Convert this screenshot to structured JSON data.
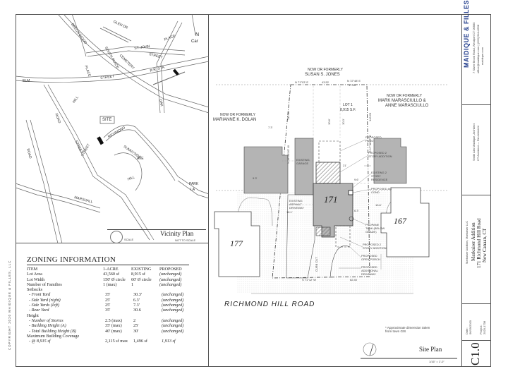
{
  "copyright": "COPYRIGHT 2020 MAIDIQUE & FILLES, LLC",
  "vicinity": {
    "title": "Vicinity Plan",
    "scale_note": "NOT TO SCALE",
    "stamp": "SCALE",
    "site_label": "SITE",
    "north_label": "N",
    "north_sub": "Car",
    "streets": [
      {
        "text": "BEECH WOOD",
        "k": "a"
      },
      {
        "text": "GLEN DR",
        "k": "b"
      },
      {
        "text": "ST. JOHN",
        "k": "c"
      },
      {
        "text": "PLACE",
        "k": "d"
      },
      {
        "text": "SOUTH PLACE",
        "k": "e"
      },
      {
        "text": "CEMETERY",
        "k": "f"
      },
      {
        "text": "STREET",
        "k": "g"
      },
      {
        "text": "R.R. STA.",
        "k": "h"
      },
      {
        "text": "PLACE",
        "k": "i"
      },
      {
        "text": "ELM",
        "k": "j"
      },
      {
        "text": "STREET",
        "k": "k"
      },
      {
        "text": "OAK",
        "k": "l"
      },
      {
        "text": "ROAD",
        "k": "m"
      },
      {
        "text": "STREET",
        "k": "n"
      },
      {
        "text": "RICHMOND",
        "k": "o"
      },
      {
        "text": "HILL",
        "k": "p"
      },
      {
        "text": "SUNNYSIDE",
        "k": "q"
      },
      {
        "text": "AVE",
        "k": "r"
      },
      {
        "text": "MARSHALL",
        "k": "s"
      },
      {
        "text": "PARK",
        "k": "t"
      },
      {
        "text": "LA",
        "k": "u"
      },
      {
        "text": "STREET",
        "k": "v"
      },
      {
        "text": "HILL",
        "k": "w"
      },
      {
        "text": "ROAD",
        "k": "x"
      }
    ]
  },
  "zoning": {
    "title": "ZONING INFORMATION",
    "headers": [
      "ITEM",
      "1-ACRE",
      "EXISTING",
      "PROPOSED"
    ],
    "rows": [
      {
        "item": "Lot Area",
        "req": "43,560 sf",
        "exist": "8,915 sf",
        "prop": "(unchanged)",
        "style": ""
      },
      {
        "item": "Lot Width",
        "req": "150' Ø circle",
        "exist": "60' Ø circle",
        "prop": "(unchanged)",
        "style": ""
      },
      {
        "item": "Number of Families",
        "req": "1 (max)",
        "exist": "1",
        "prop": "(unchanged)",
        "style": ""
      },
      {
        "item": "Setbacks",
        "req": "",
        "exist": "",
        "prop": "",
        "style": ""
      },
      {
        "item": "- Front Yard",
        "req": "35'",
        "exist": "30.3'",
        "prop": "(unchanged)",
        "style": "ind"
      },
      {
        "item": "- Side Yard (right)",
        "req": "25'",
        "exist": "6.3'",
        "prop": "(unchanged)",
        "style": "ind"
      },
      {
        "item": "- Side Yards (left)",
        "req": "25'",
        "exist": "7.3'",
        "prop": "(unchanged)",
        "style": "ind"
      },
      {
        "item": "- Rear Yard",
        "req": "35'",
        "exist": "30.6",
        "prop": "(unchanged)",
        "style": "ind"
      },
      {
        "item": "Height",
        "req": "",
        "exist": "",
        "prop": "",
        "style": ""
      },
      {
        "item": "- Number of Stories",
        "req": "2.5 (max)",
        "exist": "2",
        "prop": "(unchanged)",
        "style": "ind"
      },
      {
        "item": "- Building Height (A)",
        "req": "35' (max)",
        "exist": "25'",
        "prop": "(unchanged)",
        "style": "ind"
      },
      {
        "item": "- Total Building Height (B)",
        "req": "40' (max)",
        "exist": "30'",
        "prop": "(unchanged)",
        "style": "ind"
      },
      {
        "item": "Maximum Building Coverage",
        "req": "",
        "exist": "",
        "prop": "",
        "style": ""
      },
      {
        "item": "- @ 8,915 sf",
        "req": "2,115 sf max",
        "exist": "1,496 sf",
        "prop": "1,913 sf",
        "style": "ind"
      }
    ]
  },
  "site": {
    "title": "Site Plan",
    "scale": "1/16\" = 1'-0\"",
    "road": "RICHMOND HILL ROAD",
    "owners": {
      "top_pre": "NOW OR FORMERLY",
      "top_name": "SUSAN S. JONES",
      "left_pre": "NOW OR FORMERLY",
      "left_name": "MARIANNE K. DOLAN",
      "right_pre": "NOW OR FORMERLY",
      "right_name1": "MARK MARASCIULLO &",
      "right_name2": "ANNE MARASCIULLO"
    },
    "lot": {
      "name": "LOT 1",
      "area": "8,915 S.F."
    },
    "house_numbers": {
      "main": "171",
      "left": "177",
      "right": "167"
    },
    "bearings": {
      "top": "N 71°03' E",
      "top_dist": "43.52",
      "top_right": "N 72°48' E",
      "top_right_dist": "17.55",
      "bottom": "S 71°12' W",
      "bottom_dist": "62.40",
      "left": "N 19°28'09\" W",
      "left_dist": "141.00",
      "right": "S 17°48'07\" E",
      "right_dist": "143.20"
    },
    "callouts": {
      "patio": "PROPOSED PATIO",
      "addition": "PROPOSED 2 STORY ADDITION",
      "residence": "EXISTING 2 STORY RESIDENCE",
      "ac": "PROPOSED AC COND",
      "tank": "PROPANE TANK (BELOW GRADE)",
      "add2": "PROPOSED 2 STORY ADDITION",
      "porch": "PROPOSED OPEN PORCH",
      "driveway": "PROPOSED ADDITIONAL DRIVEWAY",
      "garage": "EXISTING GARAGE",
      "asphalt": "EXISTING ASPHALT DRIVEWAY",
      "curb": "CURB CUT"
    },
    "dims": [
      "7.3'",
      "30.6'",
      "9.6'",
      "6.3'",
      "30.3'",
      "13.6'",
      "9.3'",
      "16.1'",
      "21'"
    ],
    "note": "* Approximate dimension taken from town GIS"
  },
  "titleblock": {
    "firm": "MAIDIQUE & FILLES",
    "address1": "7 Silver Brook Road, Westport CT 06880",
    "address2": "office@maidique.com | (203) 544-4598",
    "web": "maidique.com",
    "client1": "Smith Aim Maidique, Architect",
    "client2": "CT Architect — RA #######",
    "owner": "Markaiser Addition, Markaiser LLC",
    "project": "Markaiser Addition",
    "street": "171 Richmond Hill Road",
    "city": "New Canaan, CT",
    "date_label": "Date:",
    "date": "06/19/2020",
    "project_label": "Project:",
    "project_no": "2020-1738",
    "sheet": "C1.0"
  },
  "colors": {
    "line": "#555555",
    "building_gray": "#b4b4b4",
    "hatch": "#777777"
  }
}
